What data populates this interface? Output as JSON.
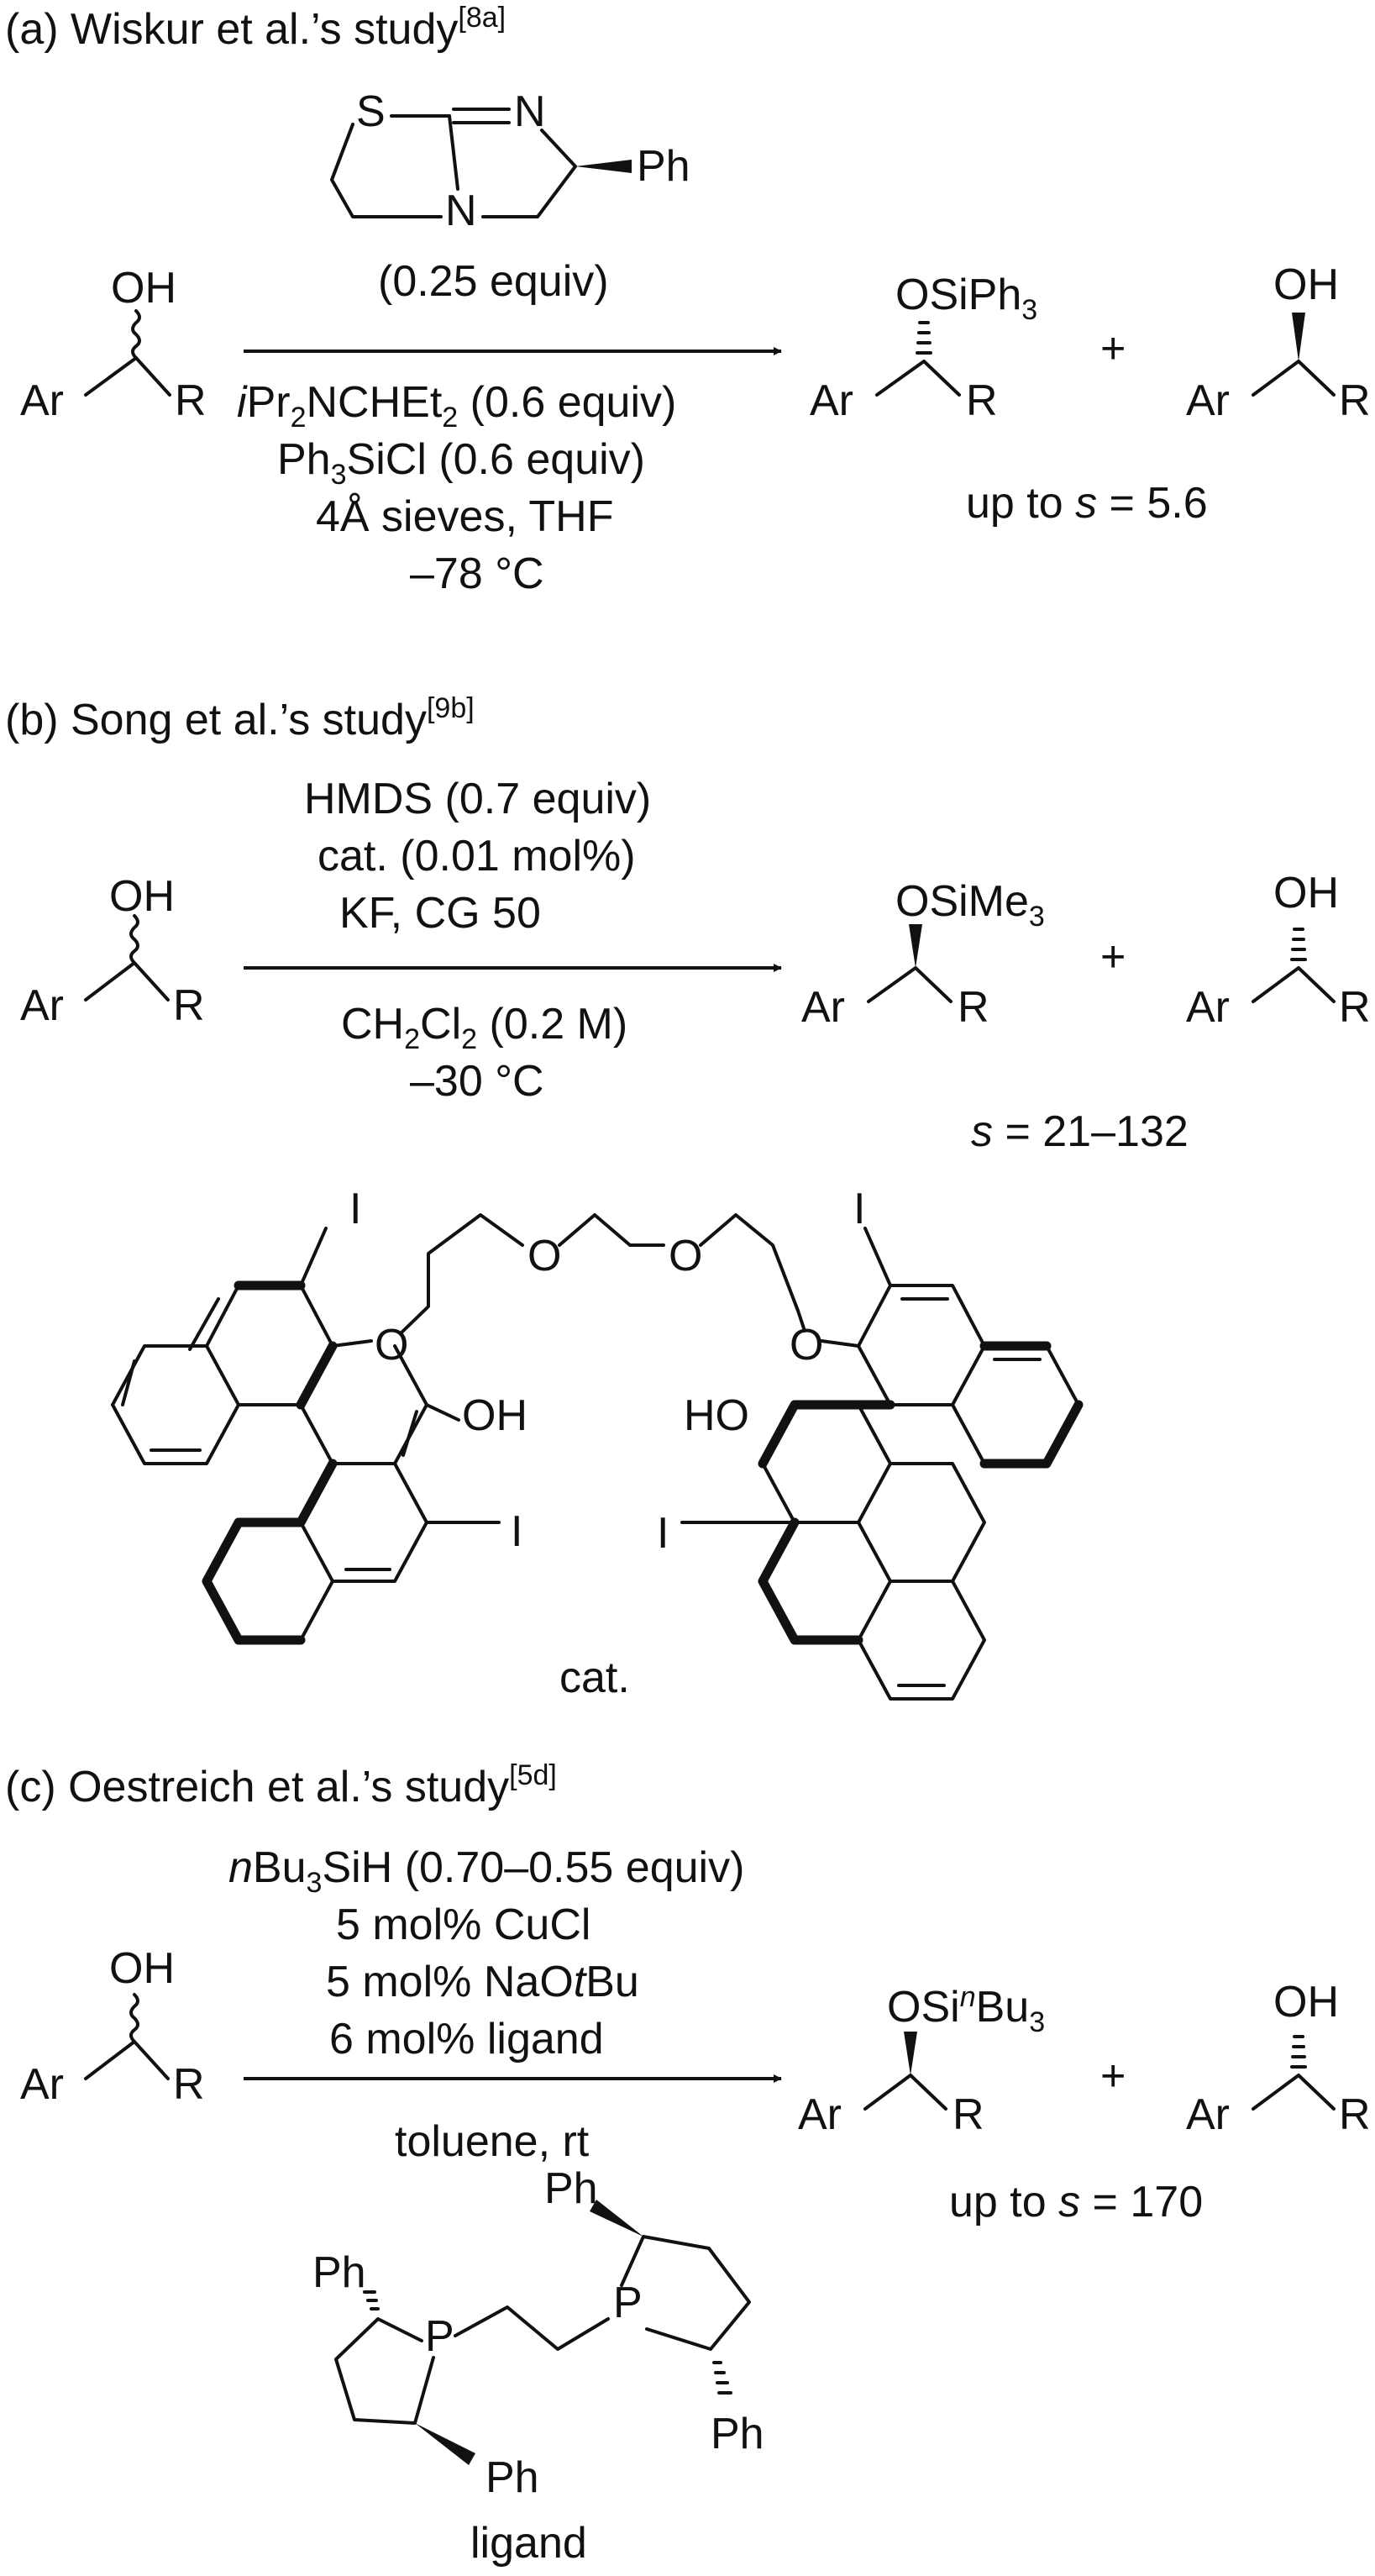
{
  "panels": {
    "a": {
      "label": "(a) Wiskur et al.’s study",
      "ref": "[8a]",
      "catalyst_loading": "(0.25 equiv)",
      "cond1_italic": "i",
      "cond1_rest": "Pr",
      "cond1_sub": "2",
      "cond1_tail": "NCHEt",
      "cond1_sub2": "2",
      "cond1_end": " (0.6 equiv)",
      "cond2_pre": "Ph",
      "cond2_sub": "3",
      "cond2_post": "SiCl (0.6 equiv)",
      "cond3": "4Å sieves, THF",
      "cond4": "–78 °C",
      "product_group": "OSiPh",
      "product_group_sub": "3",
      "selectivity_pre": "up to ",
      "selectivity_s": "s",
      "selectivity_post": " = 5.6"
    },
    "b": {
      "label": "(b) Song et al.’s study",
      "ref": "[9b]",
      "above1": "HMDS (0.7 equiv)",
      "above2": "cat. (0.01 mol%)",
      "above3": "KF, CG 50",
      "below1_pre": "CH",
      "below1_sub1": "2",
      "below1_mid": "Cl",
      "below1_sub2": "2",
      "below1_post": " (0.2 M)",
      "below2": "–30 °C",
      "product_group": "OSiMe",
      "product_group_sub": "3",
      "selectivity_s": "s",
      "selectivity_post": " = 21–132",
      "cat_label": "cat."
    },
    "c": {
      "label": "(c) Oestreich et al.’s study",
      "ref": "[5d]",
      "above1_italic": "n",
      "above1_pre": "Bu",
      "above1_sub": "3",
      "above1_post": "SiH (0.70–0.55 equiv)",
      "above2": "5 mol% CuCl",
      "above3_pre": "5 mol% NaO",
      "above3_italic": "t",
      "above3_post": "Bu",
      "above4": "6 mol% ligand",
      "below1": "toluene, rt",
      "product_group": "OSi",
      "product_group_sup": "n",
      "product_group_post": "Bu",
      "product_group_sub": "3",
      "selectivity_pre": "up to ",
      "selectivity_s": "s",
      "selectivity_post": " = 170",
      "ligand_label": "ligand"
    }
  },
  "plus": "+",
  "atoms": {
    "Ar": "Ar",
    "R": "R",
    "OH": "OH",
    "HO": "HO",
    "O": "O",
    "I": "I",
    "S": "S",
    "N": "N",
    "P": "P",
    "Ph": "Ph"
  }
}
